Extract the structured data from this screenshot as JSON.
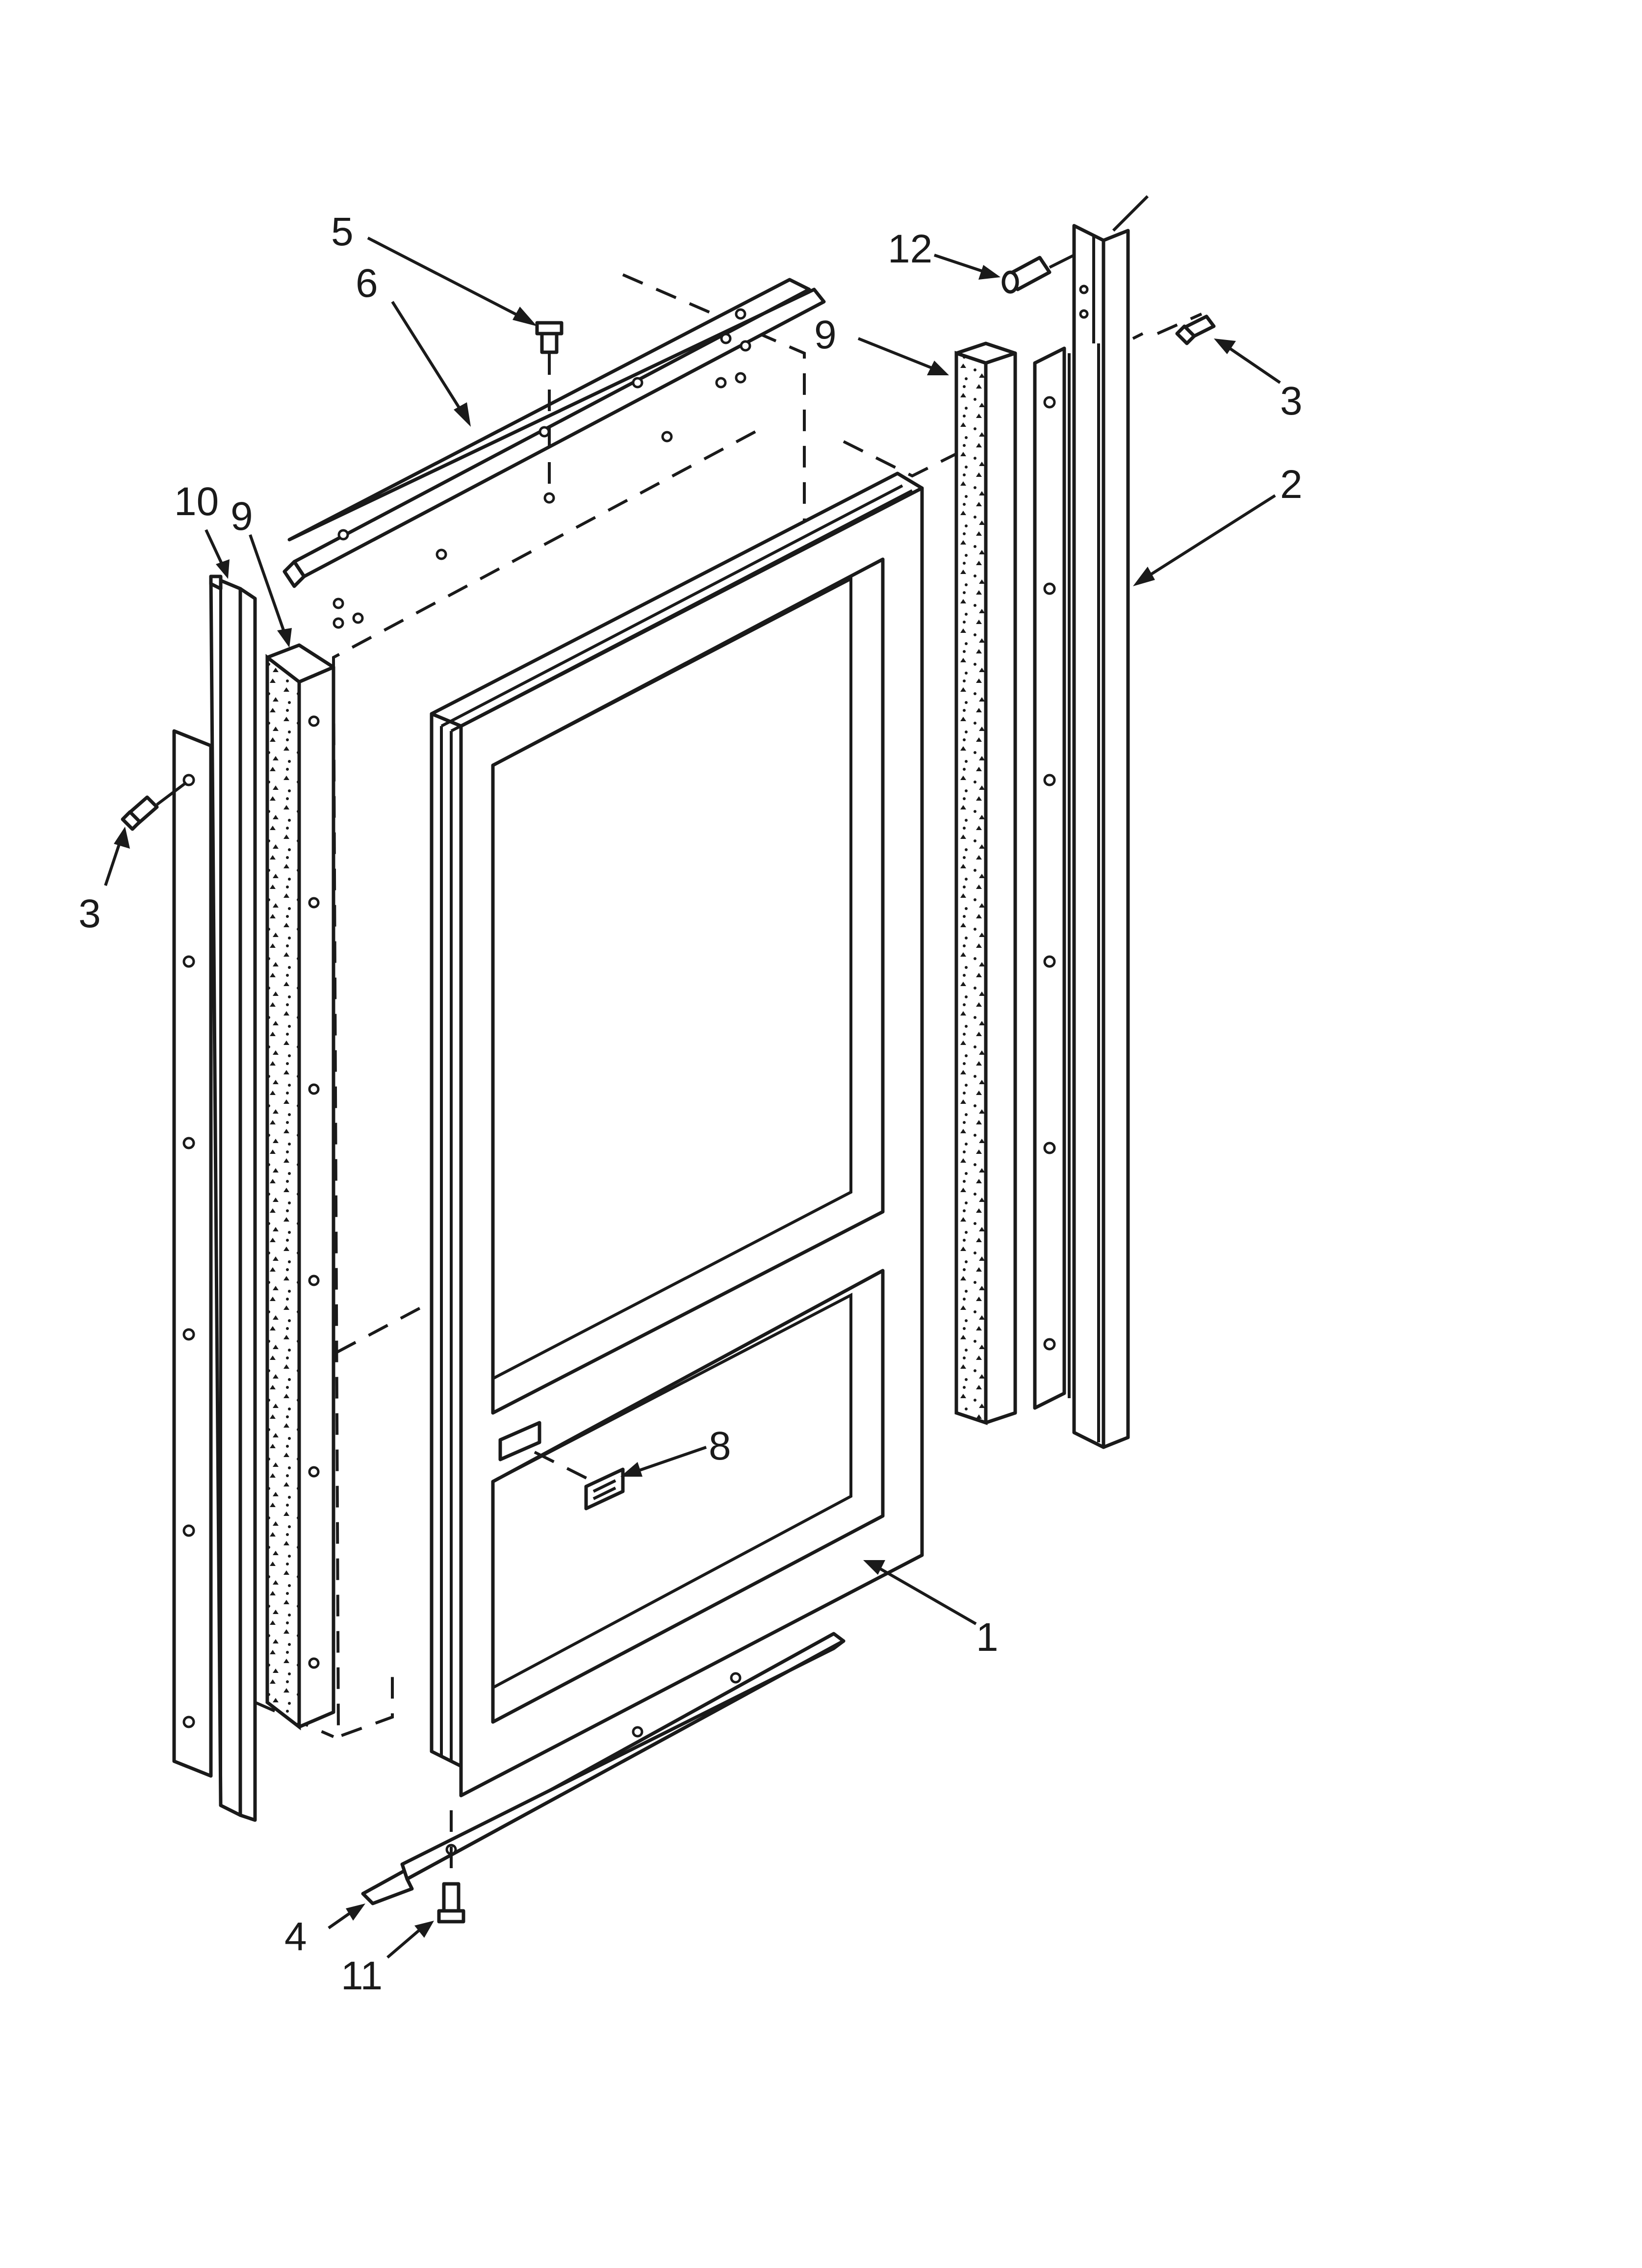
{
  "callouts": {
    "c1": "1",
    "c2": "2",
    "c3a": "3",
    "c3b": "3",
    "c4": "4",
    "c5": "5",
    "c6": "6",
    "c8": "8",
    "c9a": "9",
    "c9b": "9",
    "c10": "10",
    "c11": "11",
    "c12": "12"
  }
}
